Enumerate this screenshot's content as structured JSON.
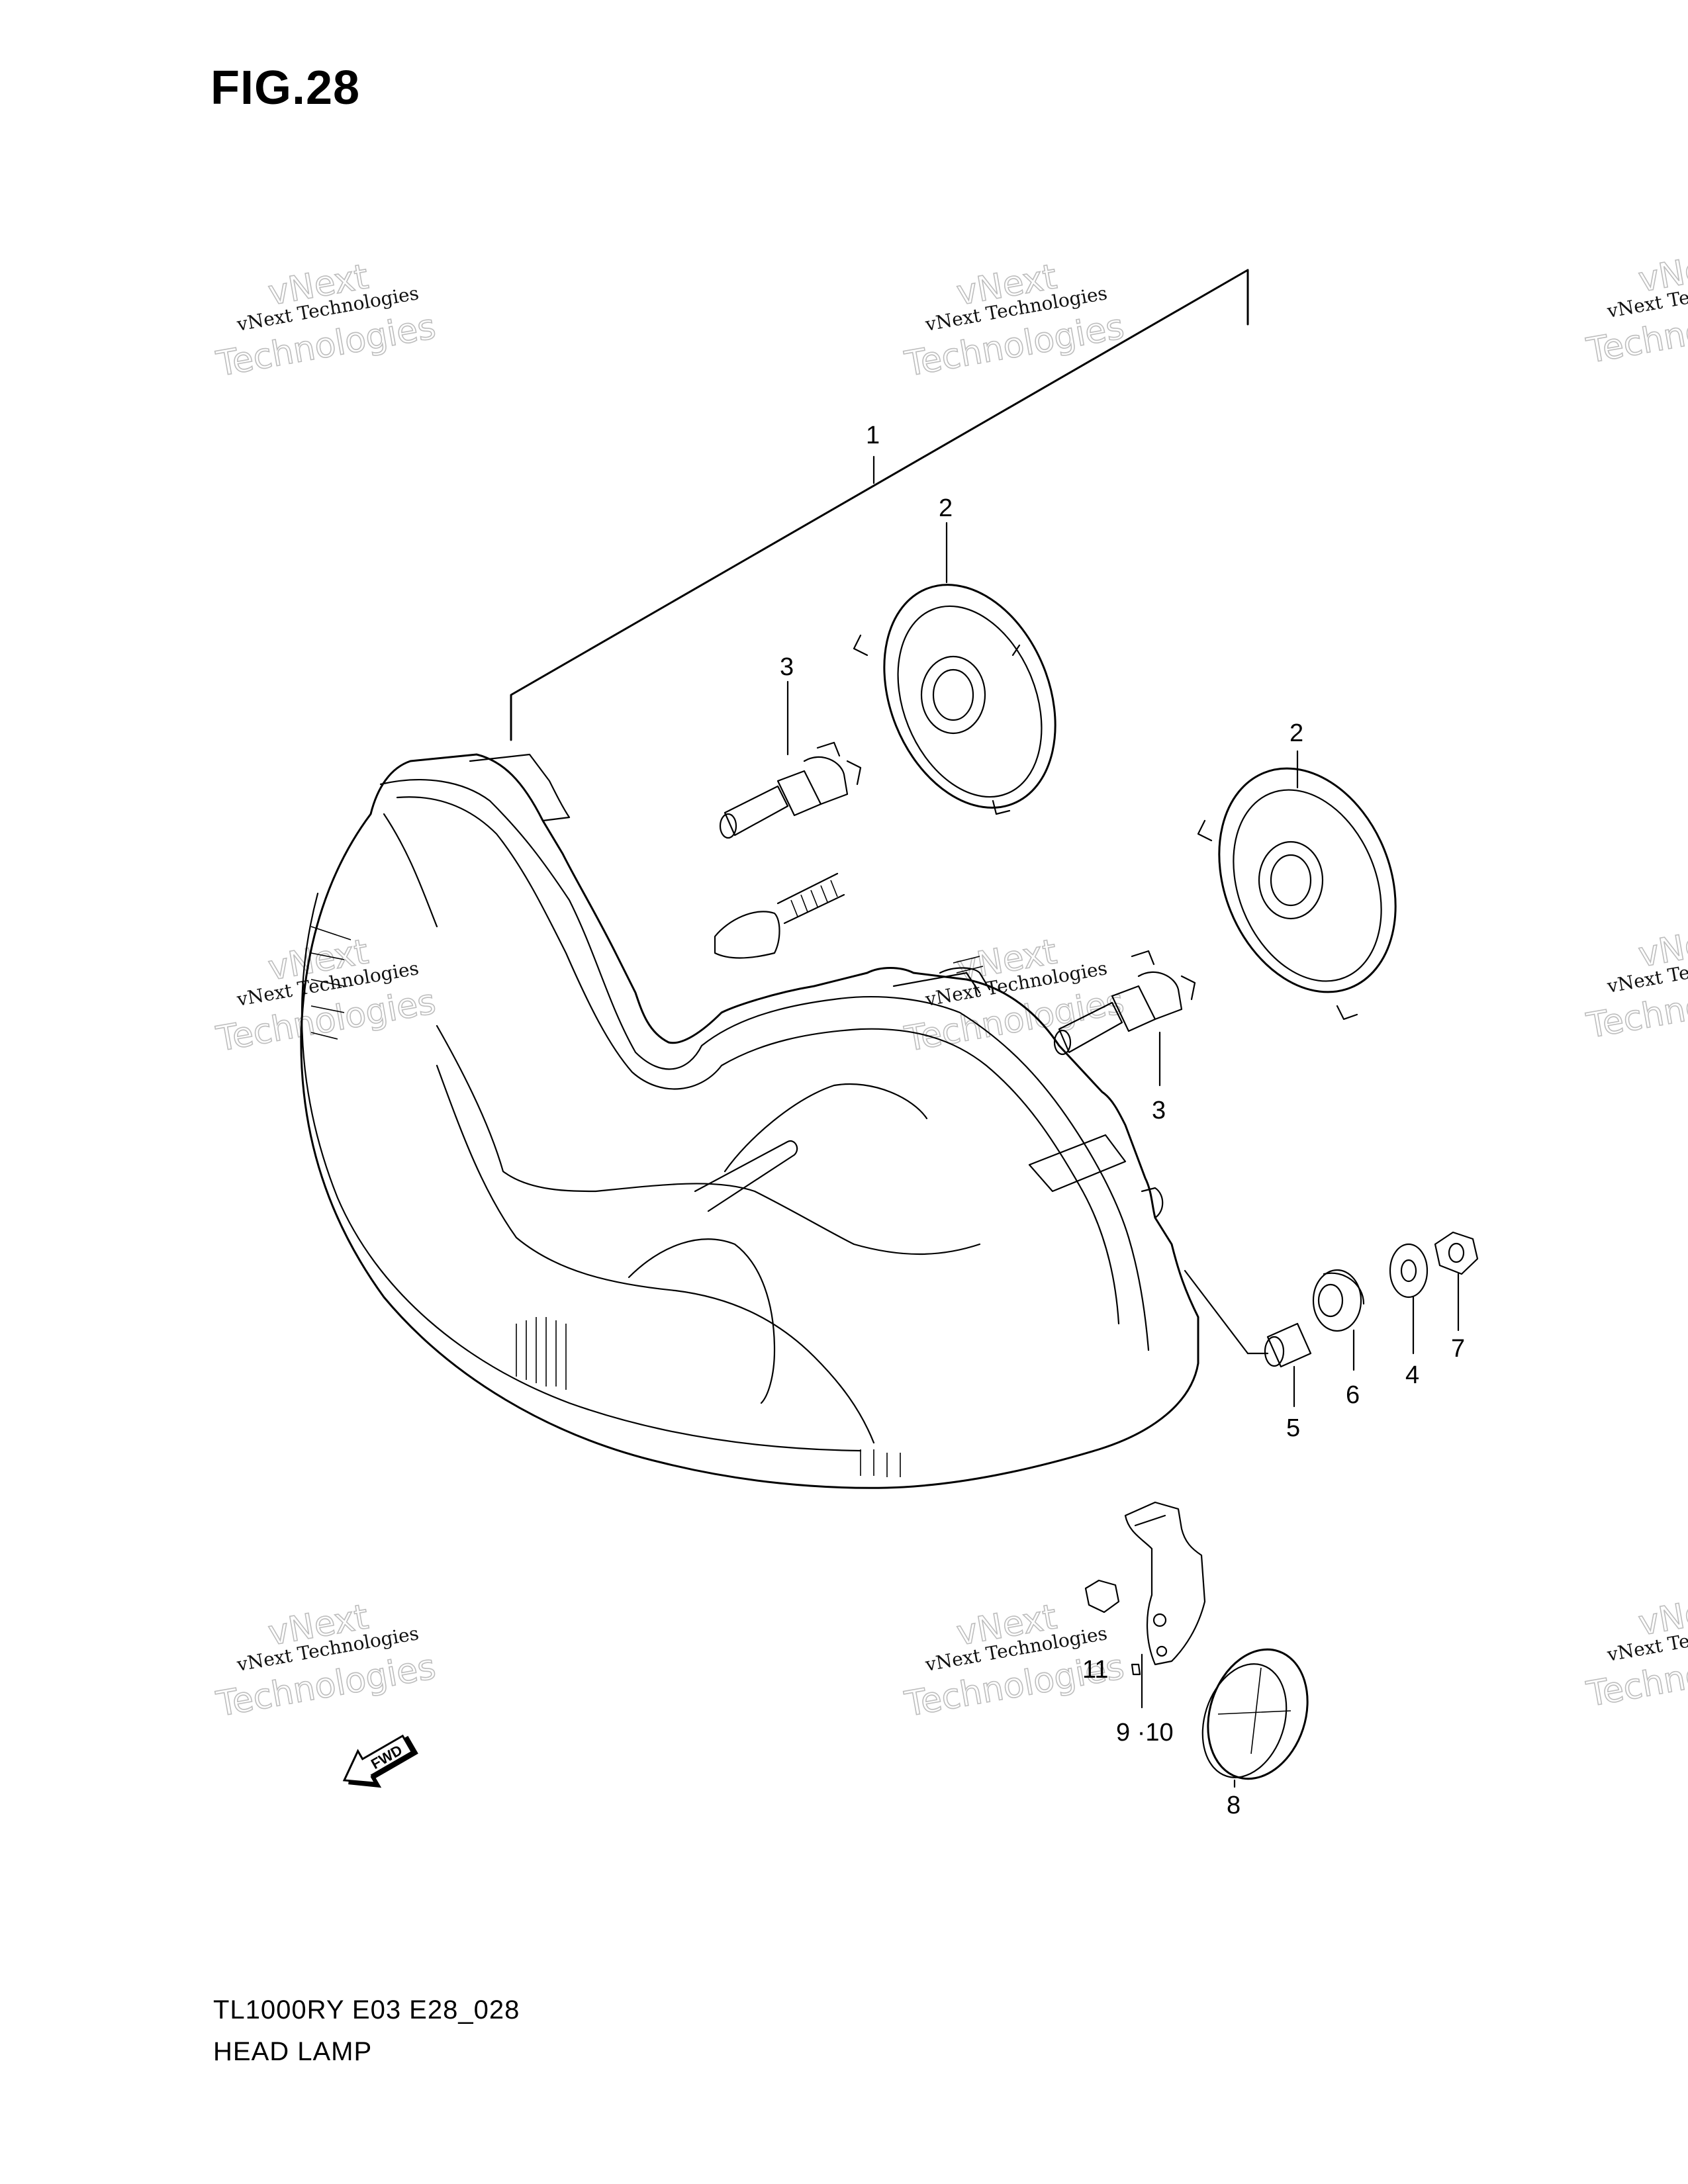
{
  "figure": {
    "title": "FIG.28"
  },
  "footer": {
    "model_code": "TL1000RY E03 E28_028",
    "section_name": "HEAD LAMP"
  },
  "watermark": {
    "line1": "vNext Technologies",
    "line2_top": "vNext",
    "line2_bottom": "Technologies"
  },
  "fwd_label": "FWD",
  "callouts": [
    "1",
    "2",
    "2",
    "3",
    "3",
    "4",
    "5",
    "6",
    "7",
    "8",
    "11",
    "9 ·10"
  ]
}
